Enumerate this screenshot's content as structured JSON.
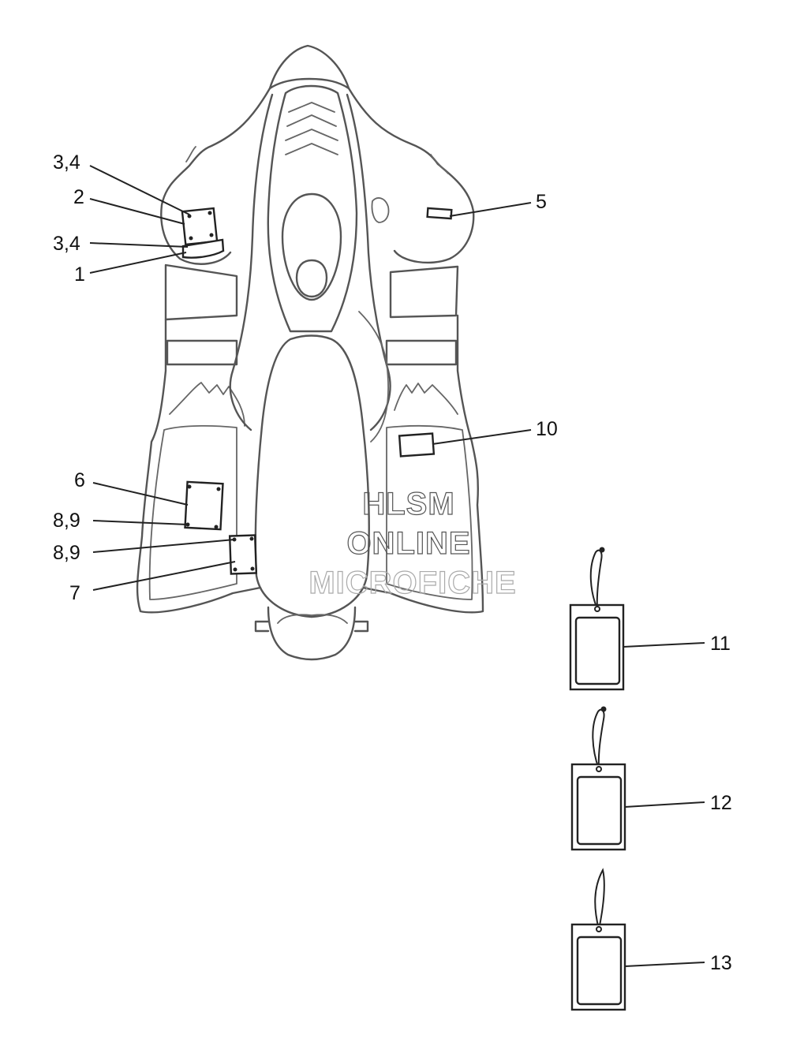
{
  "watermark": {
    "line1": "HLSM",
    "line2": "ONLINE",
    "line3": "MICROFICHE"
  },
  "callouts": [
    {
      "id": "c34a",
      "text": "3,4"
    },
    {
      "id": "c2",
      "text": "2"
    },
    {
      "id": "c34b",
      "text": "3,4"
    },
    {
      "id": "c1",
      "text": "1"
    },
    {
      "id": "c5",
      "text": "5"
    },
    {
      "id": "c10",
      "text": "10"
    },
    {
      "id": "c6",
      "text": "6"
    },
    {
      "id": "c89a",
      "text": "8,9"
    },
    {
      "id": "c89b",
      "text": "8,9"
    },
    {
      "id": "c7",
      "text": "7"
    },
    {
      "id": "c11",
      "text": "11"
    },
    {
      "id": "c12",
      "text": "12"
    },
    {
      "id": "c13",
      "text": "13"
    }
  ],
  "colors": {
    "outline": "#555555",
    "ink": "#222222",
    "background": "#ffffff"
  }
}
